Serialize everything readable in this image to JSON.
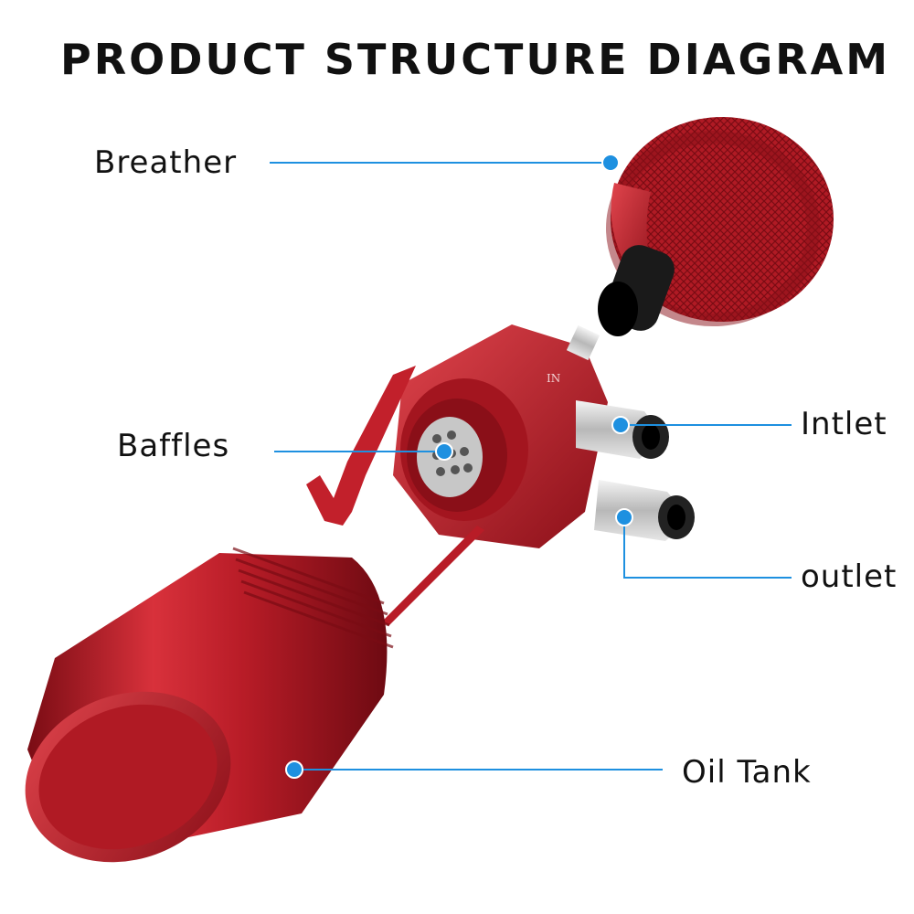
{
  "title": "PRODUCT STRUCTURE DIAGRAM",
  "labels": {
    "breather": "Breather",
    "baffles": "Baffles",
    "inlet": "Intlet",
    "outlet": "outlet",
    "oil_tank": "Oil Tank"
  },
  "engraving": "IN",
  "colors": {
    "accent": "#1e90e0",
    "red": "#c81e2a",
    "text": "#111111"
  }
}
